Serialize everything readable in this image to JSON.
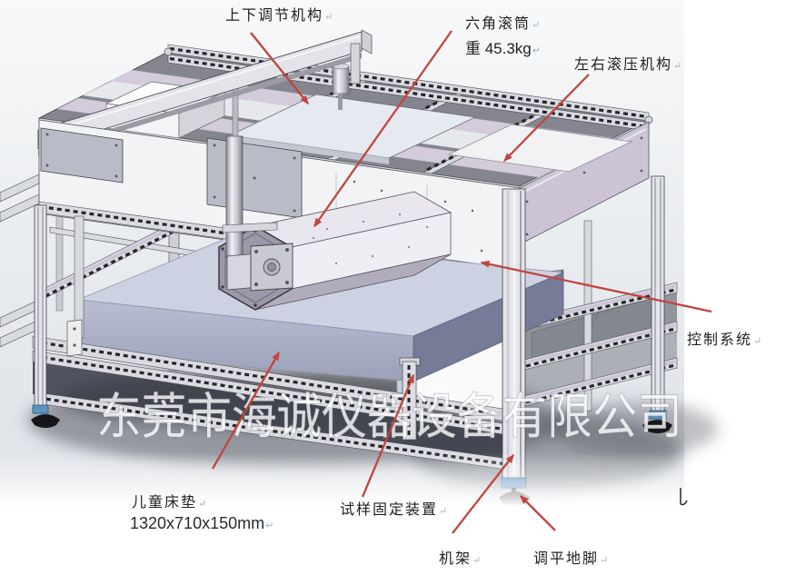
{
  "annotations": {
    "adjust_mechanism": "上下调节机构",
    "hex_roller_line1": "六角滚筒",
    "hex_roller_line2": "重 45.3kg",
    "lr_rolling_mechanism": "左右滚压机构",
    "control_system": "控制系统",
    "mattress_line1": "儿童床垫",
    "mattress_line2": "1320x710x150mm",
    "specimen_fixture": "试样固定装置",
    "machine_frame": "机架",
    "leveling_feet": "调平地脚",
    "paragraph_mark": "↵"
  },
  "watermark": {
    "text": "东莞市海诚仪器设备有限公司"
  },
  "colors": {
    "arrow_red": "#c1453f",
    "canvas_bg": "#e8ebef",
    "frame_lavender": "#cdc3d6",
    "mattress_top": "#ccd2e2",
    "mattress_front": "#aab0c6",
    "mattress_side": "#767b97",
    "roller_cap": "#9d98a9",
    "roller_barrel": "#f0edf4",
    "panel_white": "#fafafb",
    "foot_black": "#17171a",
    "clamp_blue": "#5e93c0"
  }
}
